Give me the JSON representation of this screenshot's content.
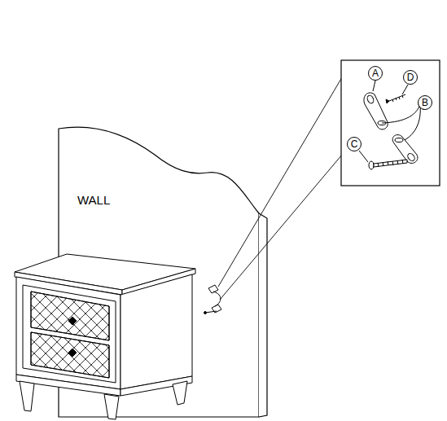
{
  "diagram": {
    "nodes": [
      {
        "text": [
          "A"
        ]
      },
      {
        "text": [
          "D"
        ]
      },
      {
        "text": [
          "B"
        ]
      },
      {
        "text": [
          "C"
        ]
      }
    ],
    "labels": [
      "WALL"
    ]
  }
}
